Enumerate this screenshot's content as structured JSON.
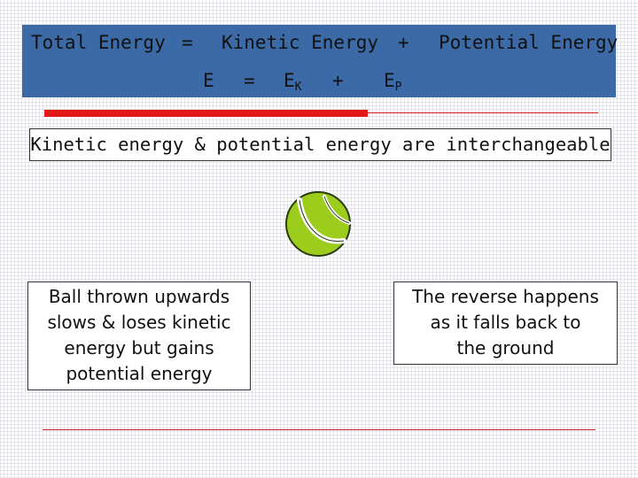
{
  "banner": {
    "total_energy": "Total Energy",
    "equals": "=",
    "kinetic_energy": "Kinetic Energy",
    "plus": "+",
    "potential_energy": "Potential Energy",
    "symbol_e": "E",
    "equals2": "=",
    "ek_main": "E",
    "ek_sub": "K",
    "plus2": "+",
    "ep_main": "E",
    "ep_sub": "P"
  },
  "headline": "Kinetic energy & potential energy are interchangeable",
  "left_box": [
    "Ball thrown upwards",
    "slows & loses kinetic",
    "energy but gains",
    "potential energy"
  ],
  "right_box": [
    "The reverse happens",
    "as it falls back to",
    "the ground"
  ],
  "ball": {
    "icon": "tennis-ball-icon",
    "fill": "#9ccc1c",
    "seam": "#ffffff"
  },
  "colors": {
    "banner": "#3c6aa6",
    "accent_red": "#e01818"
  }
}
